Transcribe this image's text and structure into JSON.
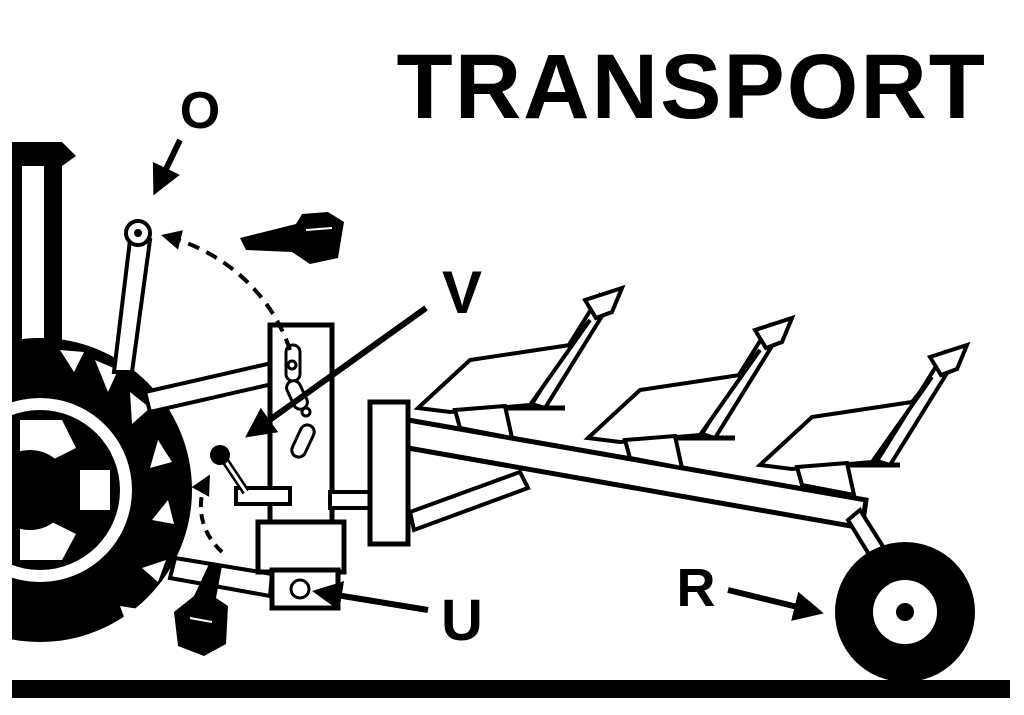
{
  "title": "TRANSPORT",
  "labels": {
    "o": "O",
    "v": "V",
    "u": "U",
    "r": "R"
  },
  "colors": {
    "ink": "#000000",
    "paper": "#ffffff"
  }
}
